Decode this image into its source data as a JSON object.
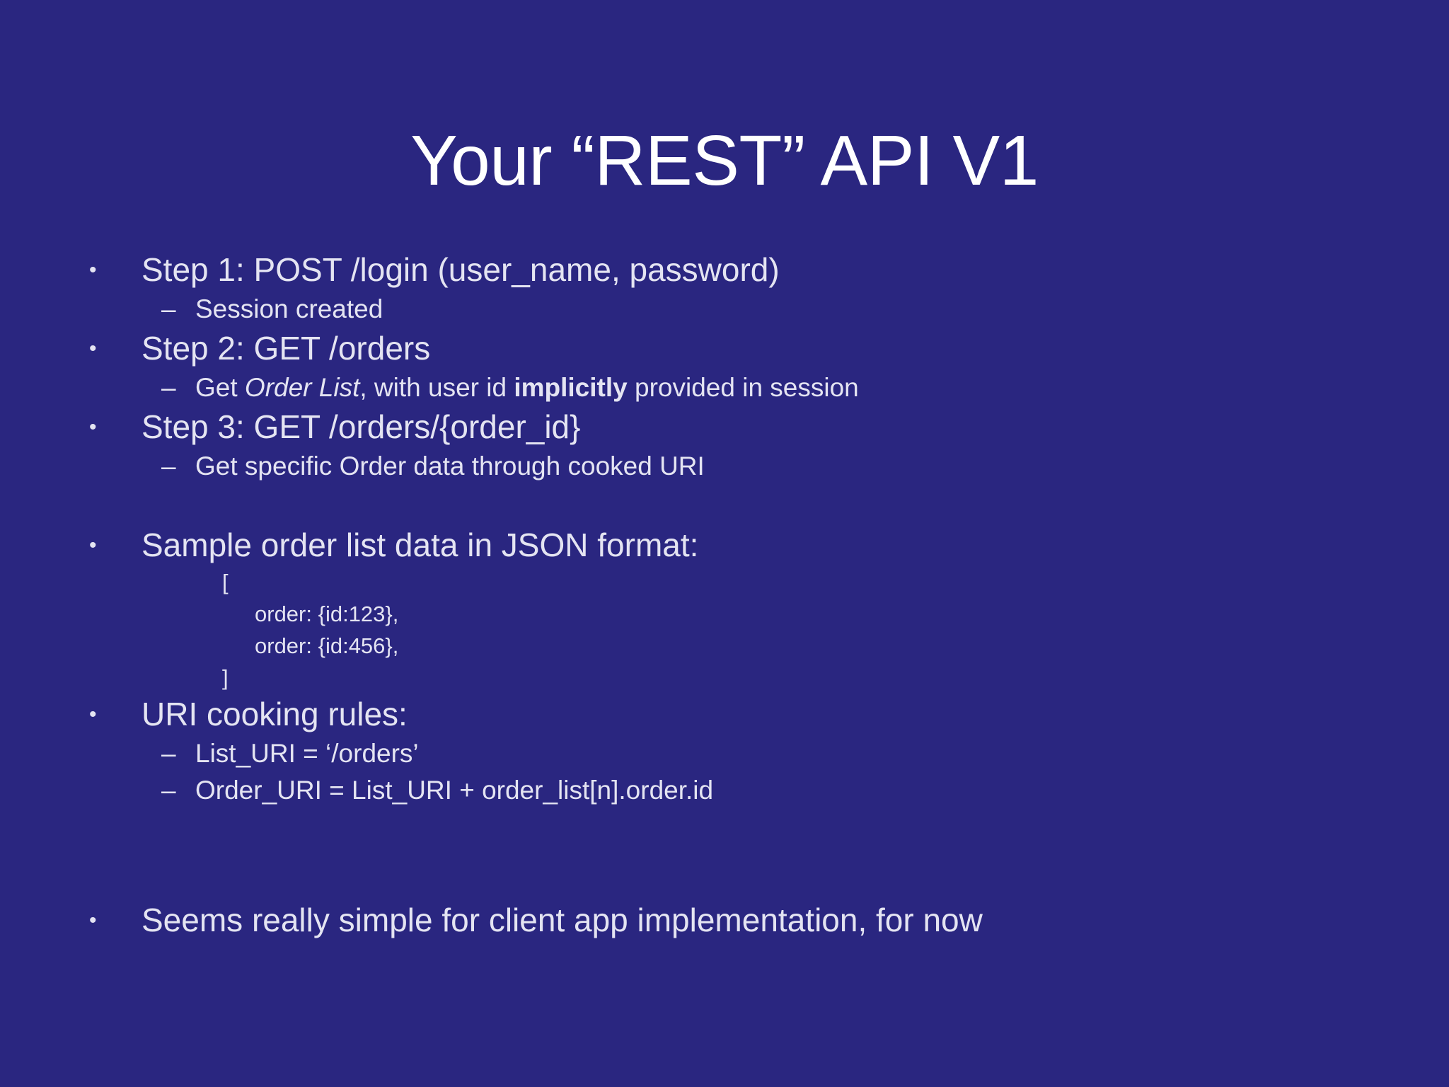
{
  "slide": {
    "title": "Your “REST” API V1",
    "background_color": "#2a2680",
    "text_color": "#e4e4f2",
    "title_color": "#ffffff",
    "bullet_marker": "•",
    "dash_marker": "–",
    "content": {
      "step1": "Step 1: POST /login (user_name, password)",
      "step1_sub": "Session created",
      "step2": "Step 2: GET /orders",
      "step2_sub_a": "Get ",
      "step2_sub_b": "Order List",
      "step2_sub_c": ", with user id ",
      "step2_sub_d": "implicitly",
      "step2_sub_e": " provided in session",
      "step3": "Step 3: GET /orders/{order_id}",
      "step3_sub": "Get specific Order data through cooked URI",
      "sample_heading": "Sample order list data in JSON format:",
      "json_open": "[",
      "json_line1": "order: {id:123},",
      "json_line2": "order: {id:456},",
      "json_close": "]",
      "rules_heading": "URI cooking rules:",
      "rule1": "List_URI = ‘/orders’",
      "rule2": "Order_URI = List_URI + order_list[n].order.id",
      "closing": "Seems really simple for client app implementation, for now"
    }
  }
}
